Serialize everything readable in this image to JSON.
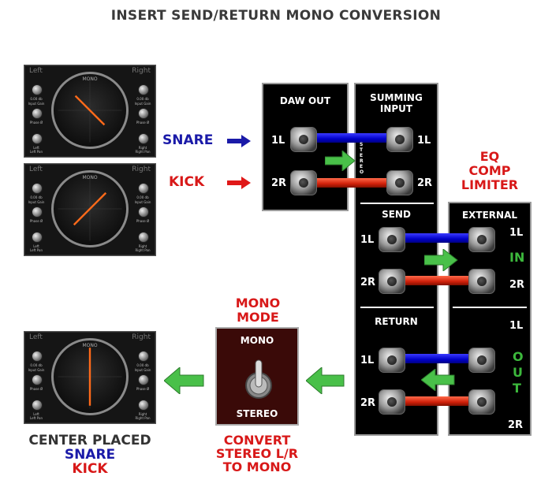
{
  "title": "INSERT SEND/RETURN MONO CONVERSION",
  "meters": [
    {
      "left": "Left",
      "right": "Right",
      "mono": "MONO",
      "gain_l": "0.00 db",
      "gain_l2": "Input Gain",
      "gain_r": "0.00 db",
      "gain_r2": "Input Gain",
      "phase_l": "Phase Ø",
      "phase_r": "Phase Ø",
      "bot_l": "Left",
      "bot_l2": "Left Pan",
      "bot_r": "Right",
      "bot_r2": "Right Pan"
    },
    {
      "left": "Left",
      "right": "Right",
      "mono": "MONO",
      "gain_l": "0.00 db",
      "gain_l2": "Input Gain",
      "gain_r": "0.00 db",
      "gain_r2": "Input Gain",
      "phase_l": "Phase Ø",
      "phase_r": "Phase Ø",
      "bot_l": "Left",
      "bot_l2": "Left Pan",
      "bot_r": "Right",
      "bot_r2": "Right Pan"
    },
    {
      "left": "Left",
      "right": "Right",
      "mono": "MONO",
      "gain_l": "0.00 db",
      "gain_l2": "Input Gain",
      "gain_r": "0.00 db",
      "gain_r2": "Input Gain",
      "phase_l": "Phase Ø",
      "phase_r": "Phase Ø",
      "bot_l": "Left",
      "bot_l2": "Left Pan",
      "bot_r": "Right",
      "bot_r2": "Right Pan"
    }
  ],
  "labels": {
    "snare": "SNARE",
    "kick": "KICK",
    "daw_out": "DAW OUT",
    "summing_input_1": "SUMMING",
    "summing_input_2": "INPUT",
    "stereo_vertical": "STEREO",
    "send": "SEND",
    "return": "RETURN",
    "external": "EXTERNAL",
    "eq": "EQ",
    "comp": "COMP",
    "limiter": "LIMITER",
    "in": "IN",
    "out_o": "O",
    "out_u": "U",
    "out_t": "T",
    "ch_1l": "1L",
    "ch_2r": "2R",
    "mono_mode_1": "MONO",
    "mono_mode_2": "MODE",
    "switch_mono": "MONO",
    "switch_stereo": "STEREO",
    "convert_1": "CONVERT",
    "convert_2": "STEREO L/R",
    "convert_3": "TO MONO",
    "center_1": "CENTER PLACED",
    "center_2": "SNARE",
    "center_3": "KICK"
  },
  "colors": {
    "blue": "#1a1aa8",
    "red": "#d81818",
    "green": "#3cb83c",
    "dark_text": "#333333"
  }
}
